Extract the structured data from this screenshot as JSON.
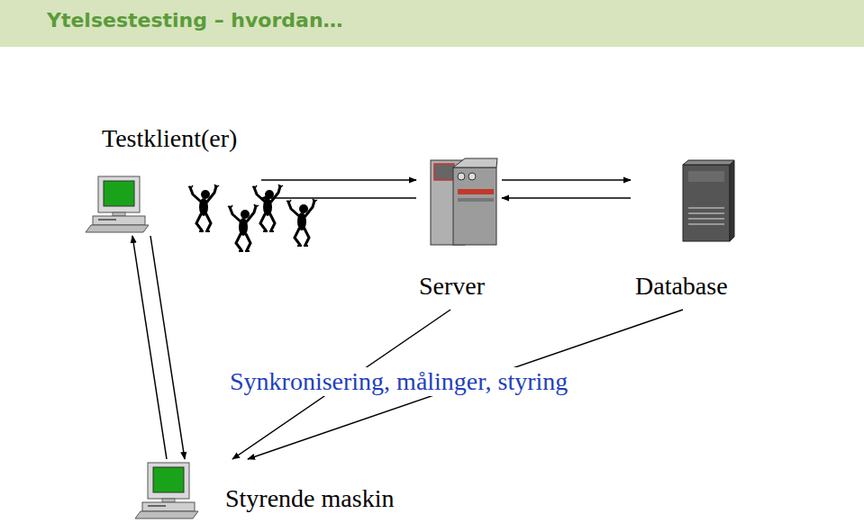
{
  "diagram": {
    "title": "Ytelsestesting – hvordan…",
    "nodes": [
      {
        "text": [
          "Testklient(er)"
        ]
      },
      {
        "text": [
          "Server"
        ]
      },
      {
        "text": [
          "Database"
        ]
      },
      {
        "text": [
          "Styrende maskin"
        ]
      }
    ],
    "edges": [
      {
        "from": 0,
        "to": 1,
        "arrow": "to"
      },
      {
        "from": 1,
        "to": 0,
        "arrow": "to"
      },
      {
        "from": 1,
        "to": 2,
        "arrow": "to"
      },
      {
        "from": 2,
        "to": 1,
        "arrow": "to"
      },
      {
        "from": 3,
        "to": 0,
        "arrow": "to"
      },
      {
        "from": 0,
        "to": 3,
        "arrow": "to"
      },
      {
        "from": 1,
        "to": 3,
        "arrow": "to"
      },
      {
        "from": 2,
        "to": 3,
        "arrow": "to"
      }
    ],
    "labels": [
      "Synkronisering, målinger, styring"
    ]
  }
}
